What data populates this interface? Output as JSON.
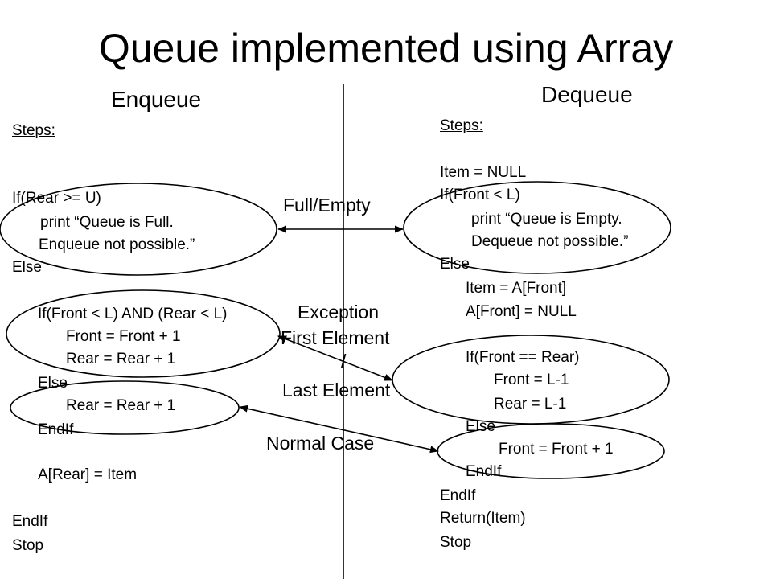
{
  "title": "Queue implemented using Array",
  "enqueue": {
    "heading": "Enqueue",
    "steps_label": "Steps:",
    "lines": [
      "If(Rear >= U)",
      "print “Queue is Full.",
      "Enqueue not possible.”",
      "Else",
      "If(Front < L) AND (Rear < L)",
      "Front = Front + 1",
      "Rear = Rear + 1",
      "Else",
      "Rear = Rear + 1",
      "EndIf",
      "A[Rear] = Item",
      "EndIf",
      "Stop"
    ]
  },
  "dequeue": {
    "heading": "Dequeue",
    "steps_label": "Steps:",
    "lines": [
      "Item = NULL",
      "If(Front < L)",
      "print “Queue is Empty.",
      "Dequeue not possible.”",
      "Else",
      "Item = A[Front]",
      "A[Front] = NULL",
      "If(Front == Rear)",
      "Front = L-1",
      "Rear = L-1",
      "Else",
      "Front = Front + 1",
      "EndIf",
      "EndIf",
      "Return(Item)",
      "Stop"
    ]
  },
  "labels": {
    "full_empty": "Full/Empty",
    "exception": "Exception",
    "first_element": "First Element",
    "slash": "/",
    "last_element": "Last Element",
    "normal_case": "Normal Case"
  }
}
